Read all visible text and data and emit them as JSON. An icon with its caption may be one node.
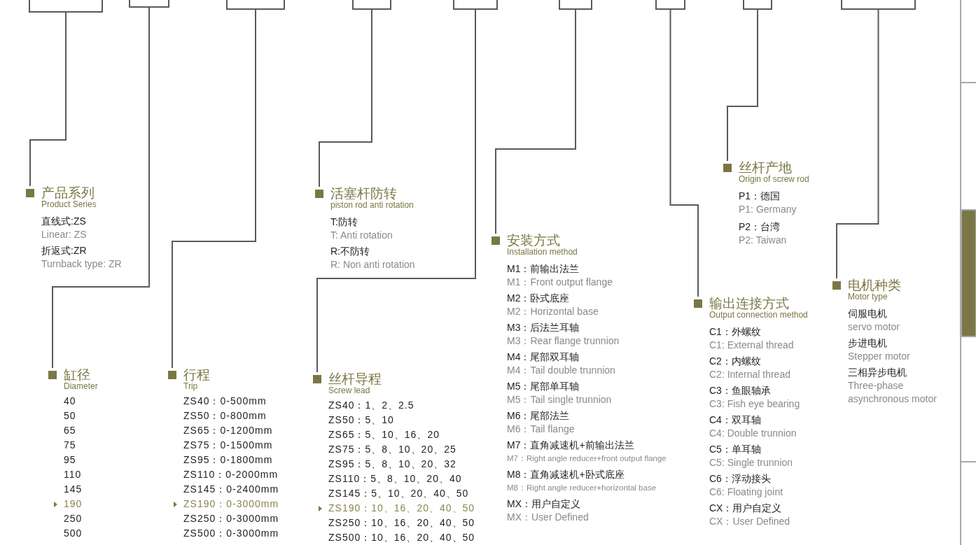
{
  "diagram": {
    "nodes": [
      {
        "text": [],
        "shape": "box"
      },
      {
        "text": [],
        "shape": "box"
      },
      {
        "text": [],
        "shape": "box"
      },
      {
        "text": [],
        "shape": "box"
      },
      {
        "text": [],
        "shape": "box"
      },
      {
        "text": [],
        "shape": "box"
      },
      {
        "text": [],
        "shape": "box"
      },
      {
        "text": [],
        "shape": "box"
      },
      {
        "text": [],
        "shape": "box"
      },
      {
        "text": [
          "产品系列",
          "Product Series"
        ],
        "beside": [
          "直线式:ZS",
          "Linear: ZS",
          "折返式:ZR",
          "Turnback type: ZR"
        ]
      },
      {
        "text": [
          "缸径",
          "Diameter"
        ],
        "beside": [
          "40",
          "50",
          "65",
          "75",
          "95",
          "110",
          "145",
          "190",
          "250",
          "500"
        ]
      },
      {
        "text": [
          "行程",
          "Trip"
        ],
        "beside": [
          "ZS40：0-500mm",
          "ZS50：0-800mm",
          "ZS65：0-1200mm",
          "ZS75：0-1500mm",
          "ZS95：0-1800mm",
          "ZS110：0-2000mm",
          "ZS145：0-2400mm",
          "ZS190：0-3000mm",
          "ZS250：0-3000mm",
          "ZS500：0-3000mm"
        ]
      },
      {
        "text": [
          "活塞杆防转",
          "piston rod anti rotation"
        ],
        "beside": [
          "T:防转",
          "T: Anti rotation",
          "R:不防转",
          "R: Non anti rotation"
        ]
      },
      {
        "text": [
          "丝杆导程",
          "Screw lead"
        ],
        "beside": [
          "ZS40：1、2、2.5",
          "ZS50：5、10",
          "ZS65：5、10、16、20",
          "ZS75：5、8、10、20、25",
          "ZS95：5、8、10、20、32",
          "ZS110：5、8、10、20、40",
          "ZS145：5、10、20、40、50",
          "ZS190：10、16、20、40、50",
          "ZS250：10、16、20、40、50",
          "ZS500：10、16、20、40、50"
        ]
      },
      {
        "text": [
          "安装方式",
          "Installation method"
        ],
        "beside": [
          "M1：前输出法兰",
          "M1：Front output flange",
          "M2：卧式底座",
          "M2：Horizontal base",
          "M3：后法兰耳轴",
          "M3：Rear flange trunnion",
          "M4：尾部双耳轴",
          "M4：Tail double trunnion",
          "M5：尾部单耳轴",
          "M5：Tail single trunnion",
          "M6：尾部法兰",
          "M6：Tail flange",
          "M7：直角减速机+前输出法兰",
          "M7：Right angle reducer+front output flange",
          "M8：直角减速机+卧式底座",
          "M8：Right angle reducer+horizontal base",
          "MX：用户自定义",
          "MX：User Defined"
        ]
      },
      {
        "text": [
          "输出连接方式",
          "Output connection method"
        ],
        "beside": [
          "C1：外螺纹",
          "C1: External thread",
          "C2：内螺纹",
          "C2: Internal thread",
          "C3：鱼眼轴承",
          "C3: Fish eye bearing",
          "C4：双耳轴",
          "C4: Double trunnion",
          "C5：单耳轴",
          "C5: Single trunnion",
          "C6：浮动接头",
          "C6: Floating joint",
          "CX：用户自定义",
          "CX：User Defined"
        ]
      },
      {
        "text": [
          "丝杆产地",
          "Origin of screw rod"
        ],
        "beside": [
          "P1：德国",
          "P1: Germany",
          "P2：台湾",
          "P2: Taiwan"
        ]
      },
      {
        "text": [
          "电机种类",
          "Motor type"
        ],
        "beside": [
          "伺服电机",
          "servo motor",
          "步进电机",
          "Stepper motor",
          "三相异步电机",
          "Three-phase asynchronous motor"
        ]
      }
    ],
    "edges": [
      {
        "from": 0,
        "to": 9,
        "arrow": "none"
      },
      {
        "from": 1,
        "to": 10,
        "arrow": "none"
      },
      {
        "from": 2,
        "to": 11,
        "arrow": "none"
      },
      {
        "from": 3,
        "to": 12,
        "arrow": "none"
      },
      {
        "from": 4,
        "to": 13,
        "arrow": "none"
      },
      {
        "from": 5,
        "to": 14,
        "arrow": "none"
      },
      {
        "from": 6,
        "to": 15,
        "arrow": "none"
      },
      {
        "from": 7,
        "to": 16,
        "arrow": "none"
      },
      {
        "from": 8,
        "to": 17,
        "arrow": "none"
      }
    ]
  }
}
